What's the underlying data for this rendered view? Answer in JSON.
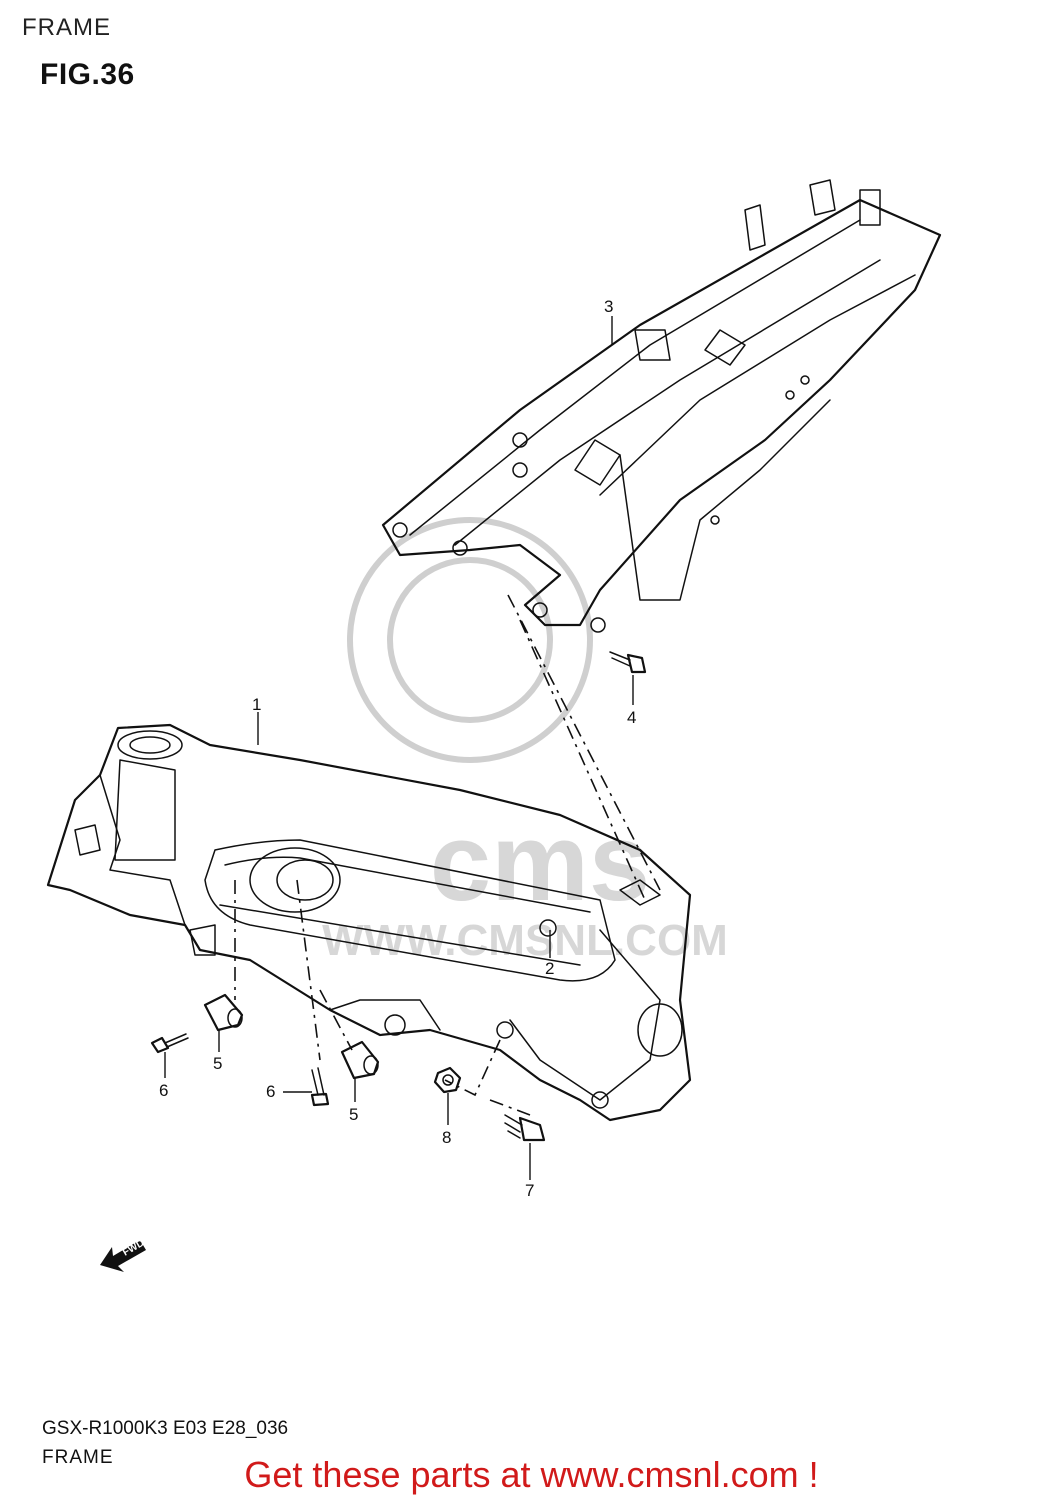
{
  "header": {
    "section_title": "FRAME",
    "figure_number": "FIG.36"
  },
  "footer": {
    "model_code": "GSX-R1000K3 E03 E28_036",
    "caption": "FRAME",
    "promo_text": "Get these parts at www.cmsnl.com !",
    "promo_color": "#d11a1a"
  },
  "watermark": {
    "text": "WWW.CMSNL.COM"
  },
  "fwd_arrow": {
    "text": "FWD"
  },
  "callouts": [
    {
      "number": "1",
      "part": "main-frame"
    },
    {
      "number": "2",
      "part": "plug"
    },
    {
      "number": "3",
      "part": "seat-rail"
    },
    {
      "number": "4",
      "part": "bolt"
    },
    {
      "number": "5",
      "part": "bushing"
    },
    {
      "number": "5",
      "part": "bushing"
    },
    {
      "number": "6",
      "part": "bolt"
    },
    {
      "number": "6",
      "part": "bolt"
    },
    {
      "number": "7",
      "part": "bolt"
    },
    {
      "number": "8",
      "part": "nut"
    }
  ]
}
